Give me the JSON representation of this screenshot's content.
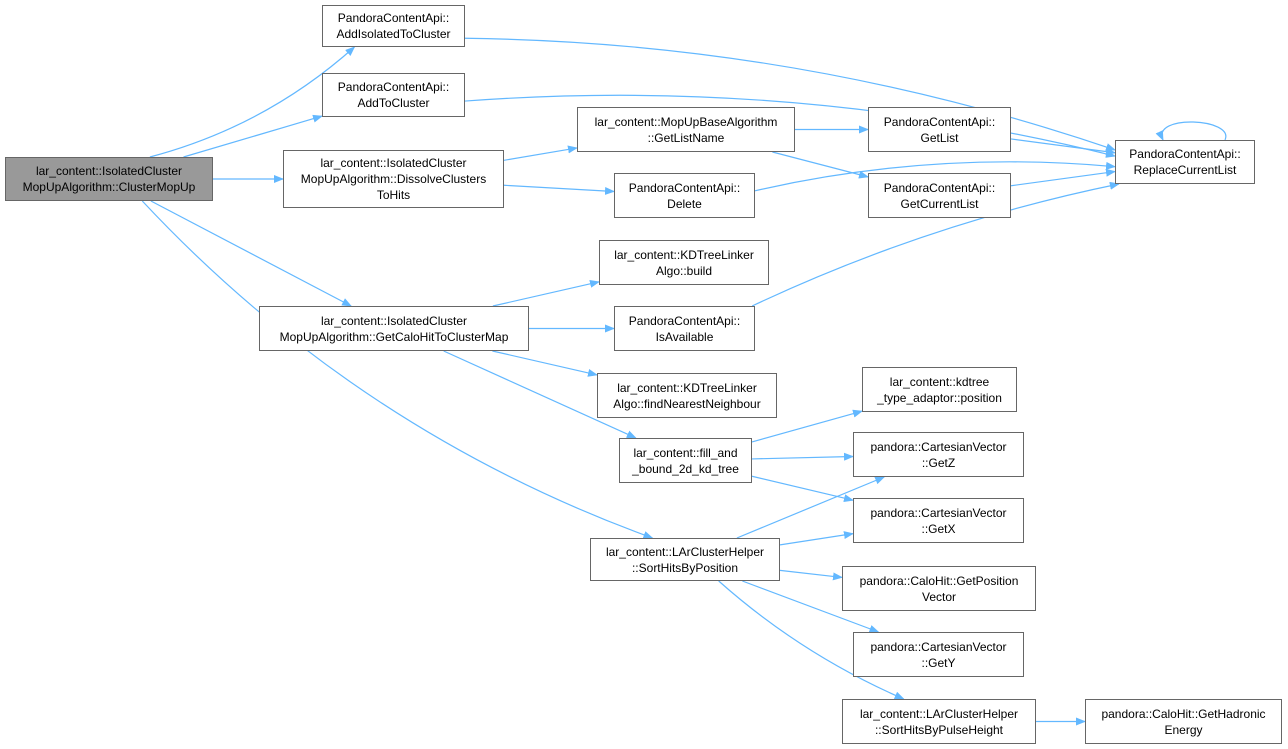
{
  "colors": {
    "edge": "#63b8ff",
    "node_border": "#666666",
    "root_fill": "#999999"
  },
  "nodes": [
    {
      "id": "cmu",
      "lines": [
        "lar_content::IsolatedCluster",
        "MopUpAlgorithm::ClusterMopUp"
      ],
      "root": true
    },
    {
      "id": "aitc",
      "lines": [
        "PandoraContentApi::",
        "AddIsolatedToCluster"
      ]
    },
    {
      "id": "atc",
      "lines": [
        "PandoraContentApi::",
        "AddToCluster"
      ]
    },
    {
      "id": "dcth",
      "lines": [
        "lar_content::IsolatedCluster",
        "MopUpAlgorithm::DissolveClusters",
        "ToHits"
      ]
    },
    {
      "id": "gchm",
      "lines": [
        "lar_content::IsolatedCluster",
        "MopUpAlgorithm::GetCaloHitToClusterMap"
      ]
    },
    {
      "id": "mbln",
      "lines": [
        "lar_content::MopUpBaseAlgorithm",
        "::GetListName"
      ]
    },
    {
      "id": "del",
      "lines": [
        "PandoraContentApi::",
        "Delete"
      ]
    },
    {
      "id": "gl",
      "lines": [
        "PandoraContentApi::",
        "GetList"
      ]
    },
    {
      "id": "gcl",
      "lines": [
        "PandoraContentApi::",
        "GetCurrentList"
      ]
    },
    {
      "id": "rcl",
      "lines": [
        "PandoraContentApi::",
        "ReplaceCurrentList"
      ]
    },
    {
      "id": "kdb",
      "lines": [
        "lar_content::KDTreeLinker",
        "Algo::build"
      ]
    },
    {
      "id": "isav",
      "lines": [
        "PandoraContentApi::",
        "IsAvailable"
      ]
    },
    {
      "id": "fnn",
      "lines": [
        "lar_content::KDTreeLinker",
        "Algo::findNearestNeighbour"
      ]
    },
    {
      "id": "fab",
      "lines": [
        "lar_content::fill_and",
        "_bound_2d_kd_tree"
      ]
    },
    {
      "id": "kpos",
      "lines": [
        "lar_content::kdtree",
        "_type_adaptor::position"
      ]
    },
    {
      "id": "gz",
      "lines": [
        "pandora::CartesianVector",
        "::GetZ"
      ]
    },
    {
      "id": "gx",
      "lines": [
        "pandora::CartesianVector",
        "::GetX"
      ]
    },
    {
      "id": "shbp",
      "lines": [
        "lar_content::LArClusterHelper",
        "::SortHitsByPosition"
      ]
    },
    {
      "id": "gpv",
      "lines": [
        "pandora::CaloHit::GetPosition",
        "Vector"
      ]
    },
    {
      "id": "gy",
      "lines": [
        "pandora::CartesianVector",
        "::GetY"
      ]
    },
    {
      "id": "shph",
      "lines": [
        "lar_content::LArClusterHelper",
        "::SortHitsByPulseHeight"
      ]
    },
    {
      "id": "ghe",
      "lines": [
        "pandora::CaloHit::GetHadronic",
        "Energy"
      ]
    }
  ],
  "edges": [
    [
      "cmu",
      "aitc"
    ],
    [
      "cmu",
      "atc"
    ],
    [
      "cmu",
      "dcth"
    ],
    [
      "cmu",
      "gchm"
    ],
    [
      "cmu",
      "shbp"
    ],
    [
      "aitc",
      "rcl"
    ],
    [
      "atc",
      "rcl"
    ],
    [
      "dcth",
      "mbln"
    ],
    [
      "dcth",
      "del"
    ],
    [
      "mbln",
      "gl"
    ],
    [
      "mbln",
      "gcl"
    ],
    [
      "gl",
      "rcl"
    ],
    [
      "gcl",
      "rcl"
    ],
    [
      "del",
      "rcl"
    ],
    [
      "rcl",
      "rcl"
    ],
    [
      "gchm",
      "kdb"
    ],
    [
      "gchm",
      "isav"
    ],
    [
      "gchm",
      "fnn"
    ],
    [
      "gchm",
      "fab"
    ],
    [
      "isav",
      "rcl"
    ],
    [
      "fab",
      "kpos"
    ],
    [
      "fab",
      "gz"
    ],
    [
      "fab",
      "gx"
    ],
    [
      "shbp",
      "gz"
    ],
    [
      "shbp",
      "gx"
    ],
    [
      "shbp",
      "gpv"
    ],
    [
      "shbp",
      "gy"
    ],
    [
      "shbp",
      "shph"
    ],
    [
      "shph",
      "ghe"
    ]
  ]
}
